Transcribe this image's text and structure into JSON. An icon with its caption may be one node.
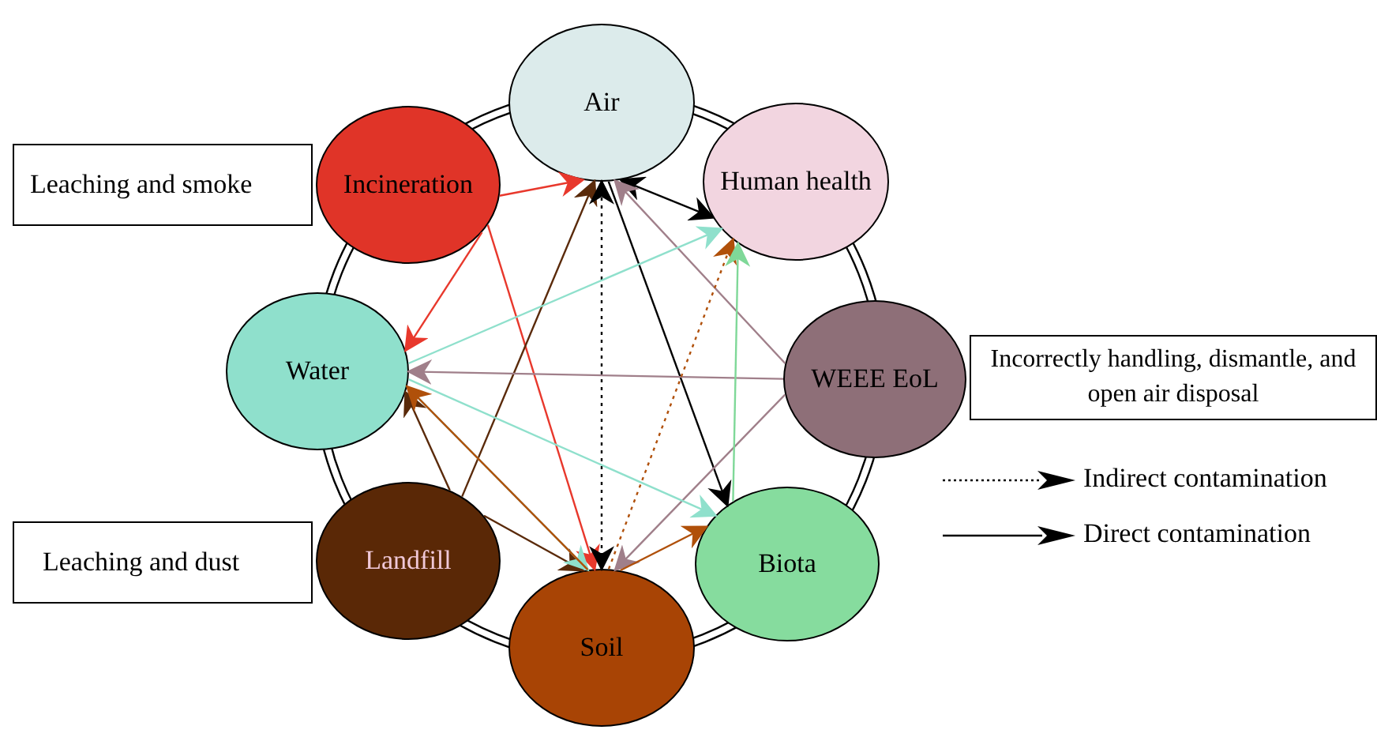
{
  "diagram": {
    "nodes": [
      {
        "text": [
          "Air"
        ]
      },
      {
        "text": [
          "Human health"
        ]
      },
      {
        "text": [
          "WEEE EoL"
        ]
      },
      {
        "text": [
          "Biota"
        ]
      },
      {
        "text": [
          "Soil"
        ]
      },
      {
        "text": [
          "Landfill"
        ]
      },
      {
        "text": [
          "Water"
        ]
      },
      {
        "text": [
          "Incineration"
        ]
      },
      {
        "text": [
          "Leaching and smoke"
        ]
      },
      {
        "text": [
          "Incorrectly handling, dismantle, and open air disposal"
        ]
      },
      {
        "text": [
          "Leaching and dust"
        ]
      }
    ],
    "edges": [
      {
        "from": 7,
        "to": 0,
        "arrow": "to",
        "color": "#e8382c"
      },
      {
        "from": 7,
        "to": 6,
        "arrow": "to",
        "color": "#e8382c"
      },
      {
        "from": 7,
        "to": 4,
        "arrow": "to",
        "color": "#e8382c"
      },
      {
        "from": 5,
        "to": 0,
        "arrow": "to",
        "color": "#5a2a0a"
      },
      {
        "from": 5,
        "to": 6,
        "arrow": "to",
        "color": "#5a2a0a"
      },
      {
        "from": 5,
        "to": 4,
        "arrow": "to",
        "color": "#5a2a0a"
      },
      {
        "from": 0,
        "to": 1,
        "arrow": "both",
        "color": "#000000"
      },
      {
        "from": 0,
        "to": 3,
        "arrow": "to",
        "color": "#000000"
      },
      {
        "from": 0,
        "to": 4,
        "arrow": "both",
        "style": "dashed",
        "color": "#000000"
      },
      {
        "from": 2,
        "to": 0,
        "arrow": "to",
        "color": "#a07f8a"
      },
      {
        "from": 2,
        "to": 6,
        "arrow": "to",
        "color": "#a07f8a"
      },
      {
        "from": 2,
        "to": 4,
        "arrow": "to",
        "color": "#a07f8a"
      },
      {
        "from": 6,
        "to": 1,
        "arrow": "to",
        "color": "#8fe0cc"
      },
      {
        "from": 6,
        "to": 3,
        "arrow": "to",
        "color": "#8fe0cc"
      },
      {
        "from": 6,
        "to": 4,
        "arrow": "to",
        "color": "#8fe0cc"
      },
      {
        "from": 4,
        "to": 6,
        "arrow": "to",
        "color": "#b0500a"
      },
      {
        "from": 4,
        "to": 3,
        "arrow": "to",
        "color": "#b0500a"
      },
      {
        "from": 4,
        "to": 1,
        "arrow": "to",
        "style": "dashed",
        "color": "#b0500a"
      },
      {
        "from": 3,
        "to": 1,
        "arrow": "to",
        "color": "#7fd898"
      }
    ],
    "legend": [
      {
        "text": "Indirect contamination"
      },
      {
        "text": "Direct contamination"
      }
    ]
  }
}
